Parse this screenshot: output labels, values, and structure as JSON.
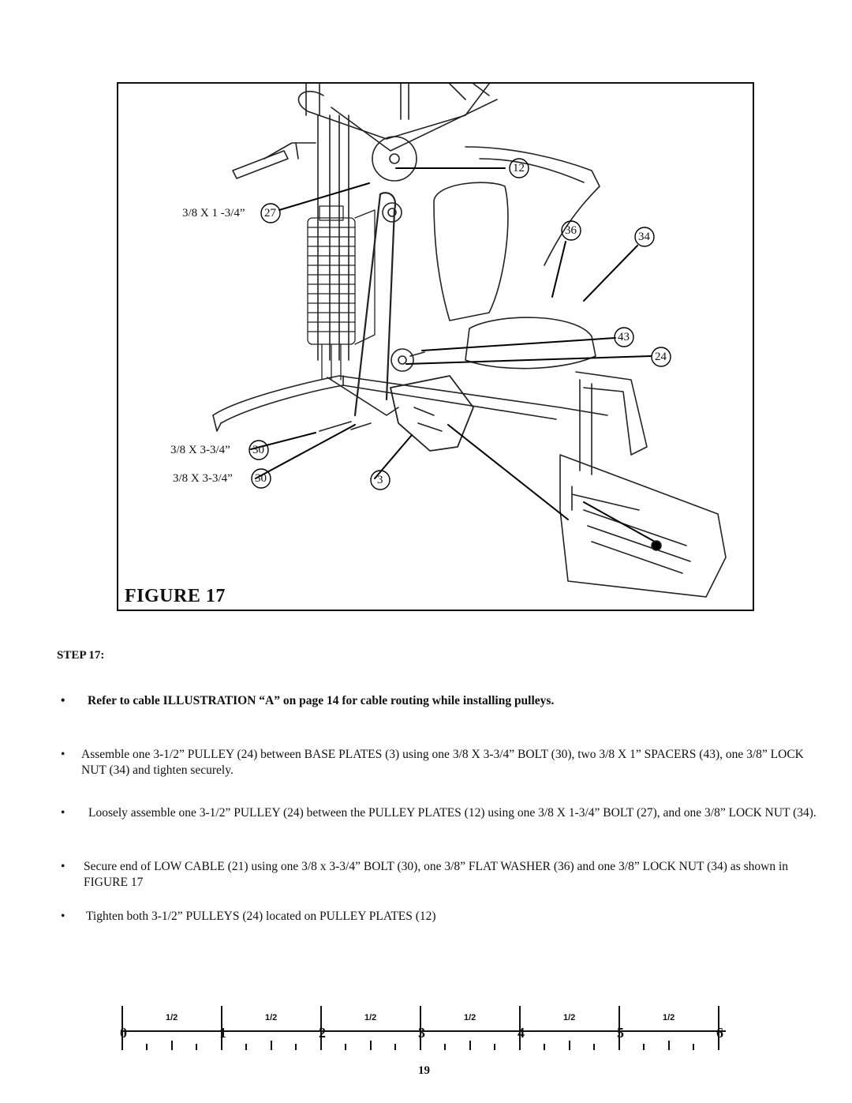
{
  "figure": {
    "title": "FIGURE 17",
    "callouts": {
      "c12": "12",
      "c27_label": "3/8  X  1 -3/4”",
      "c27": "27",
      "c36": "36",
      "c34": "34",
      "c43": "43",
      "c24": "24",
      "c30a_label": "3/8  X  3-3/4”",
      "c30a": "30",
      "c30b_label": "3/8  X  3-3/4”",
      "c30b": "30",
      "c3": "3"
    }
  },
  "step": {
    "heading": "STEP 17:",
    "bullet_char": "•",
    "bullets": [
      "Refer to cable ILLUSTRATION “A” on page 14 for cable routing while installing pulleys.",
      "Assemble one 3-1/2” PULLEY (24) between  BASE PLATES (3) using one 3/8 X 3-3/4” BOLT (30),  two 3/8 X 1” SPACERS (43), one 3/8” LOCK NUT (34) and tighten securely.",
      "Loosely assemble one 3-1/2” PULLEY (24) between the PULLEY PLATES (12) using one 3/8 X 1-3/4” BOLT (27), and one 3/8” LOCK NUT (34).",
      "Secure end of LOW CABLE (21) using one 3/8 x 3-3/4” BOLT (30), one 3/8” FLAT WASHER (36) and one 3/8” LOCK NUT (34) as shown in FIGURE 17",
      "Tighten both 3-1/2” PULLEYS (24) located on PULLEY PLATES (12)"
    ]
  },
  "ruler": {
    "numbers": [
      "0",
      "1",
      "2",
      "3",
      "4",
      "5",
      "6"
    ],
    "half_label": "1/2"
  },
  "page_number": "19"
}
